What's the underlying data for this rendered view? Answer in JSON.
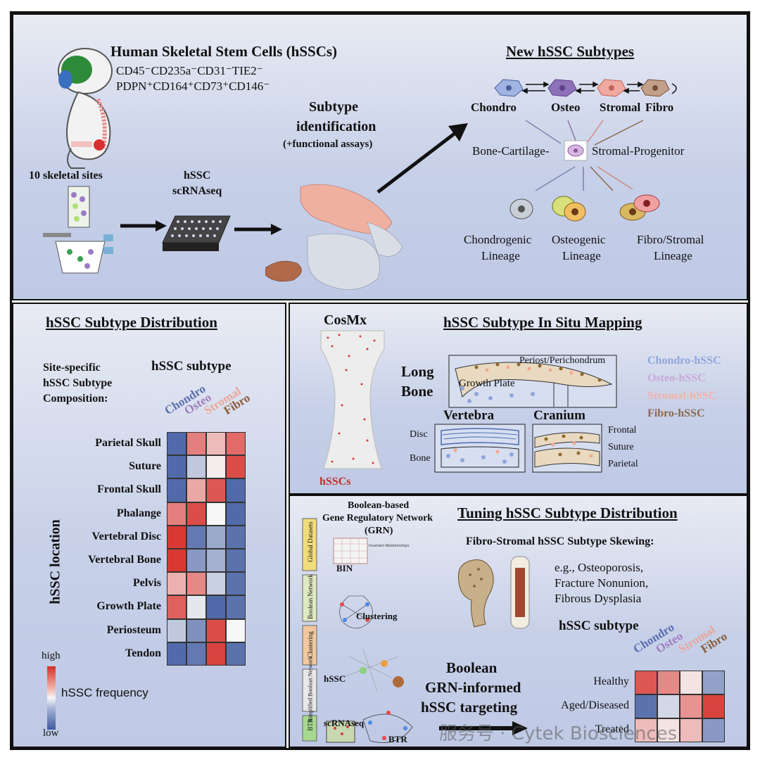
{
  "top": {
    "title": "Human Skeletal Stem Cells (hSSCs)",
    "markers_line1": "CD45⁻CD235a⁻CD31⁻TIE2⁻",
    "markers_line2": "PDPN⁺CD164⁺CD73⁺CD146⁻",
    "sites_label": "10 skeletal sites",
    "scrna_label_1": "hSSC",
    "scrna_label_2": "scRNAseq",
    "subtype_id_1": "Subtype",
    "subtype_id_2": "identification",
    "subtype_id_3": "(+functional assays)",
    "new_subtypes_title": "New hSSC Subtypes",
    "cells": [
      "Chondro",
      "Osteo",
      "Stromal",
      "Fibro"
    ],
    "progenitor_left": "Bone-Cartilage-",
    "progenitor_right": "Stromal-Progenitor",
    "lineages": [
      {
        "line1": "Chondrogenic",
        "line2": "Lineage"
      },
      {
        "line1": "Osteogenic",
        "line2": "Lineage"
      },
      {
        "line1": "Fibro/Stromal",
        "line2": "Lineage"
      }
    ]
  },
  "distribution": {
    "title": "hSSC Subtype Distribution",
    "composition_1": "Site-specific",
    "composition_2": "hSSC Subtype",
    "composition_3": "Composition:",
    "subtype_header": "hSSC subtype",
    "location_label": "hSSC location",
    "legend_high": "high",
    "legend_low": "low",
    "legend_label": "hSSC frequency"
  },
  "chart_data": [
    {
      "type": "heatmap",
      "title": "hSSC subtype",
      "ylabel": "hSSC location",
      "columns": [
        "Chondro",
        "Osteo",
        "Stromal",
        "Fibro"
      ],
      "rows": [
        "Parietal Skull",
        "Suture",
        "Frontal Skull",
        "Phalange",
        "Vertebral Disc",
        "Vertebral Bone",
        "Pelvis",
        "Growth Plate",
        "Periosteum",
        "Tendon"
      ],
      "values": [
        [
          -0.9,
          0.6,
          0.3,
          0.7
        ],
        [
          -0.9,
          -0.3,
          0.05,
          0.85
        ],
        [
          -0.9,
          0.4,
          0.8,
          -0.9
        ],
        [
          0.6,
          0.85,
          0.0,
          -0.9
        ],
        [
          0.95,
          -0.8,
          -0.5,
          -0.85
        ],
        [
          0.95,
          -0.6,
          -0.45,
          -0.85
        ],
        [
          0.35,
          0.55,
          -0.25,
          -0.85
        ],
        [
          0.75,
          -0.1,
          -0.9,
          -0.85
        ],
        [
          -0.3,
          -0.65,
          0.85,
          0.0
        ],
        [
          -0.9,
          -0.8,
          0.9,
          -0.85
        ]
      ],
      "colors": {
        "high": "#d62f2a",
        "mid": "#f7f7f7",
        "low": "#3f5aa0"
      }
    },
    {
      "type": "heatmap",
      "title": "hSSC subtype",
      "columns": [
        "Chondro",
        "Osteo",
        "Stromal",
        "Fibro"
      ],
      "rows": [
        "Healthy",
        "Aged/Diseased",
        "Treated"
      ],
      "values": [
        [
          0.8,
          0.55,
          0.1,
          -0.55
        ],
        [
          -0.85,
          -0.2,
          0.5,
          0.9
        ],
        [
          0.3,
          0.1,
          0.3,
          -0.6
        ]
      ],
      "colors": {
        "high": "#d62f2a",
        "mid": "#f7f7f7",
        "low": "#3f5aa0"
      }
    }
  ],
  "insitu": {
    "title": "hSSC Subtype In Situ Mapping",
    "cosmx": "CosMx",
    "hsscs": "hSSCs",
    "long_bone_1": "Long",
    "long_bone_2": "Bone",
    "periost": "Periost/Perichondrum",
    "growth_plate": "Growth Plate",
    "vertebra": "Vertebra",
    "cranium": "Cranium",
    "disc": "Disc",
    "bone": "Bone",
    "frontal": "Frontal",
    "suture": "Suture",
    "parietal": "Parietal",
    "legend": [
      {
        "label": "Chondro-hSSC",
        "color": "#8fa6dc"
      },
      {
        "label": "Osteo-hSSC",
        "color": "#c9a8d8"
      },
      {
        "label": "Stromal-hSSC",
        "color": "#f3b2a6"
      },
      {
        "label": "Fibro-hSSC",
        "color": "#8a6a4e"
      }
    ]
  },
  "tuning": {
    "title": "Tuning hSSC Subtype Distribution",
    "grn_1": "Boolean-based",
    "grn_2": "Gene Regulatory Network",
    "grn_3": "(GRN)",
    "bin": "BIN",
    "clustering": "Clustering",
    "hssc": "hSSC",
    "scrnaseq": "scRNAseq",
    "btr": "BTR",
    "side_labels": [
      "Global Datasets",
      "Boolean Network",
      "Clustering",
      "Simplified Boolean Network",
      "BTR"
    ],
    "skewing": "Fibro-Stromal hSSC Subtype Skewing:",
    "eg_1": "e.g., Osteoporosis,",
    "eg_2": "Fracture Nonunion,",
    "eg_3": "Fibrous Dysplasia",
    "subtype_header": "hSSC subtype",
    "targeting_1": "Boolean",
    "targeting_2": "GRN-informed",
    "targeting_3": "hSSC targeting"
  },
  "watermark": "服务号 · Cytek Biosciences",
  "column_colors": {
    "Chondro": "#5b6fb0",
    "Osteo": "#9e7fc0",
    "Stromal": "#e9a79a",
    "Fibro": "#8a5c3a"
  }
}
